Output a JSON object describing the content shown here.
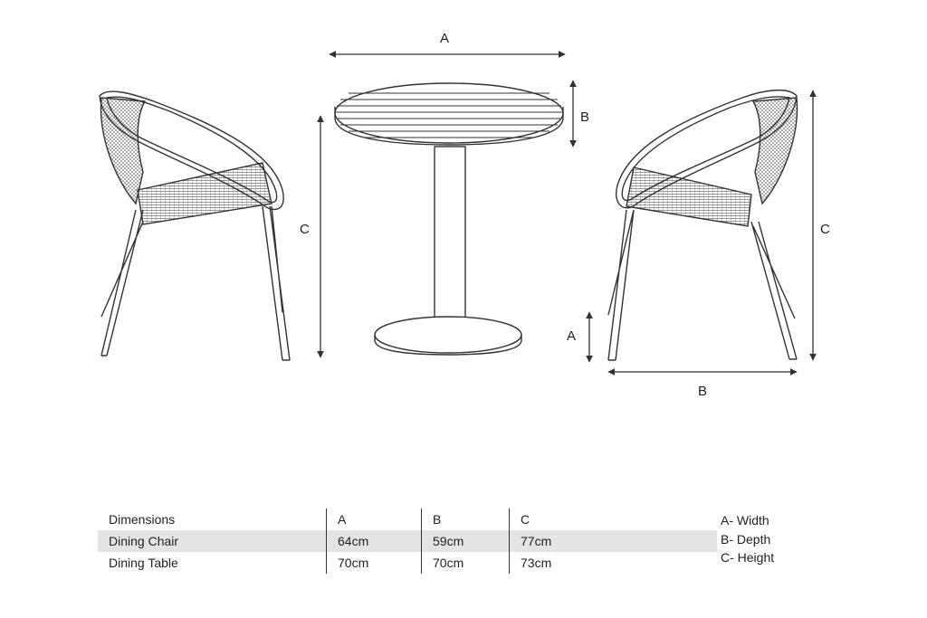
{
  "dimension_labels": {
    "table_width": "A",
    "table_depth": "B",
    "table_height": "C",
    "left_chair_height": "C",
    "right_chair_width": "A",
    "right_chair_depth": "B",
    "right_chair_height": "C"
  },
  "table": {
    "header": [
      "Dimensions",
      "A",
      "B",
      "C"
    ],
    "rows": [
      [
        "Dining Chair",
        "64cm",
        "59cm",
        "77cm"
      ],
      [
        "Dining Table",
        "70cm",
        "70cm",
        "73cm"
      ]
    ]
  },
  "legend": [
    "A- Width",
    "B- Depth",
    "C- Height"
  ],
  "colors": {
    "line": "#333333",
    "row_highlight": "#e4e4e4"
  }
}
